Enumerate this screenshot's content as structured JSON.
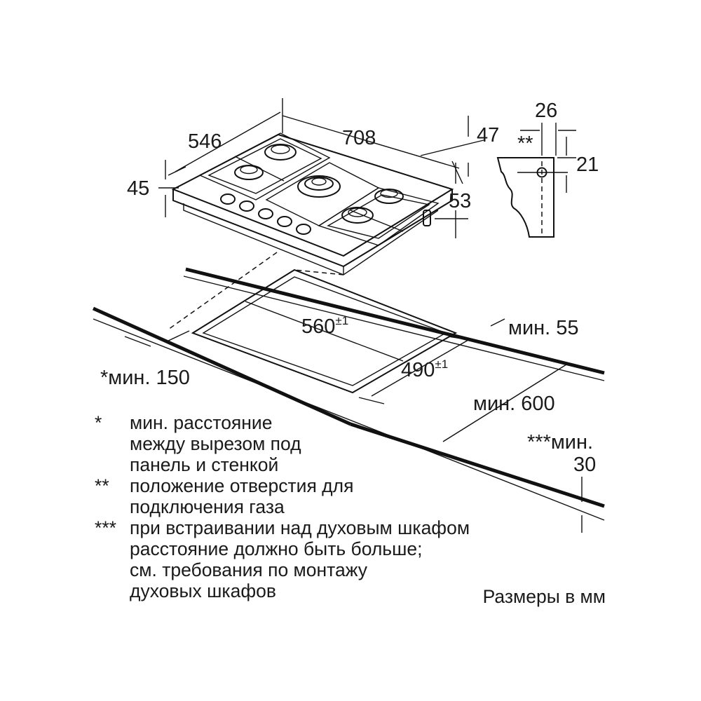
{
  "dimensions": {
    "width_708": "708",
    "depth_546": "546",
    "height_45": "45",
    "offset_47": "47",
    "offset_53": "53",
    "gas_26": "26",
    "gas_stars": "**",
    "gas_21": "21",
    "cutout_w": "560",
    "cutout_w_tol": "±1",
    "cutout_d": "490",
    "cutout_d_tol": "±1",
    "min_55": "мин. 55",
    "min_150": "*мин. 150",
    "min_600": "мин. 600",
    "min_stars": "***мин.",
    "min_30": "30"
  },
  "notes": [
    {
      "mark": "*",
      "text": "мин. расстояние\nмежду вырезом под\nпанель и стенкой"
    },
    {
      "mark": "**",
      "text": "положение отверстия для\nподключения газа"
    },
    {
      "mark": "***",
      "text": "при встраивании над духовым шкафом\nрасстояние должно быть больше;\nсм. требования по монтажу\nдуховых шкафов"
    }
  ],
  "units_label": "Размеры в мм"
}
